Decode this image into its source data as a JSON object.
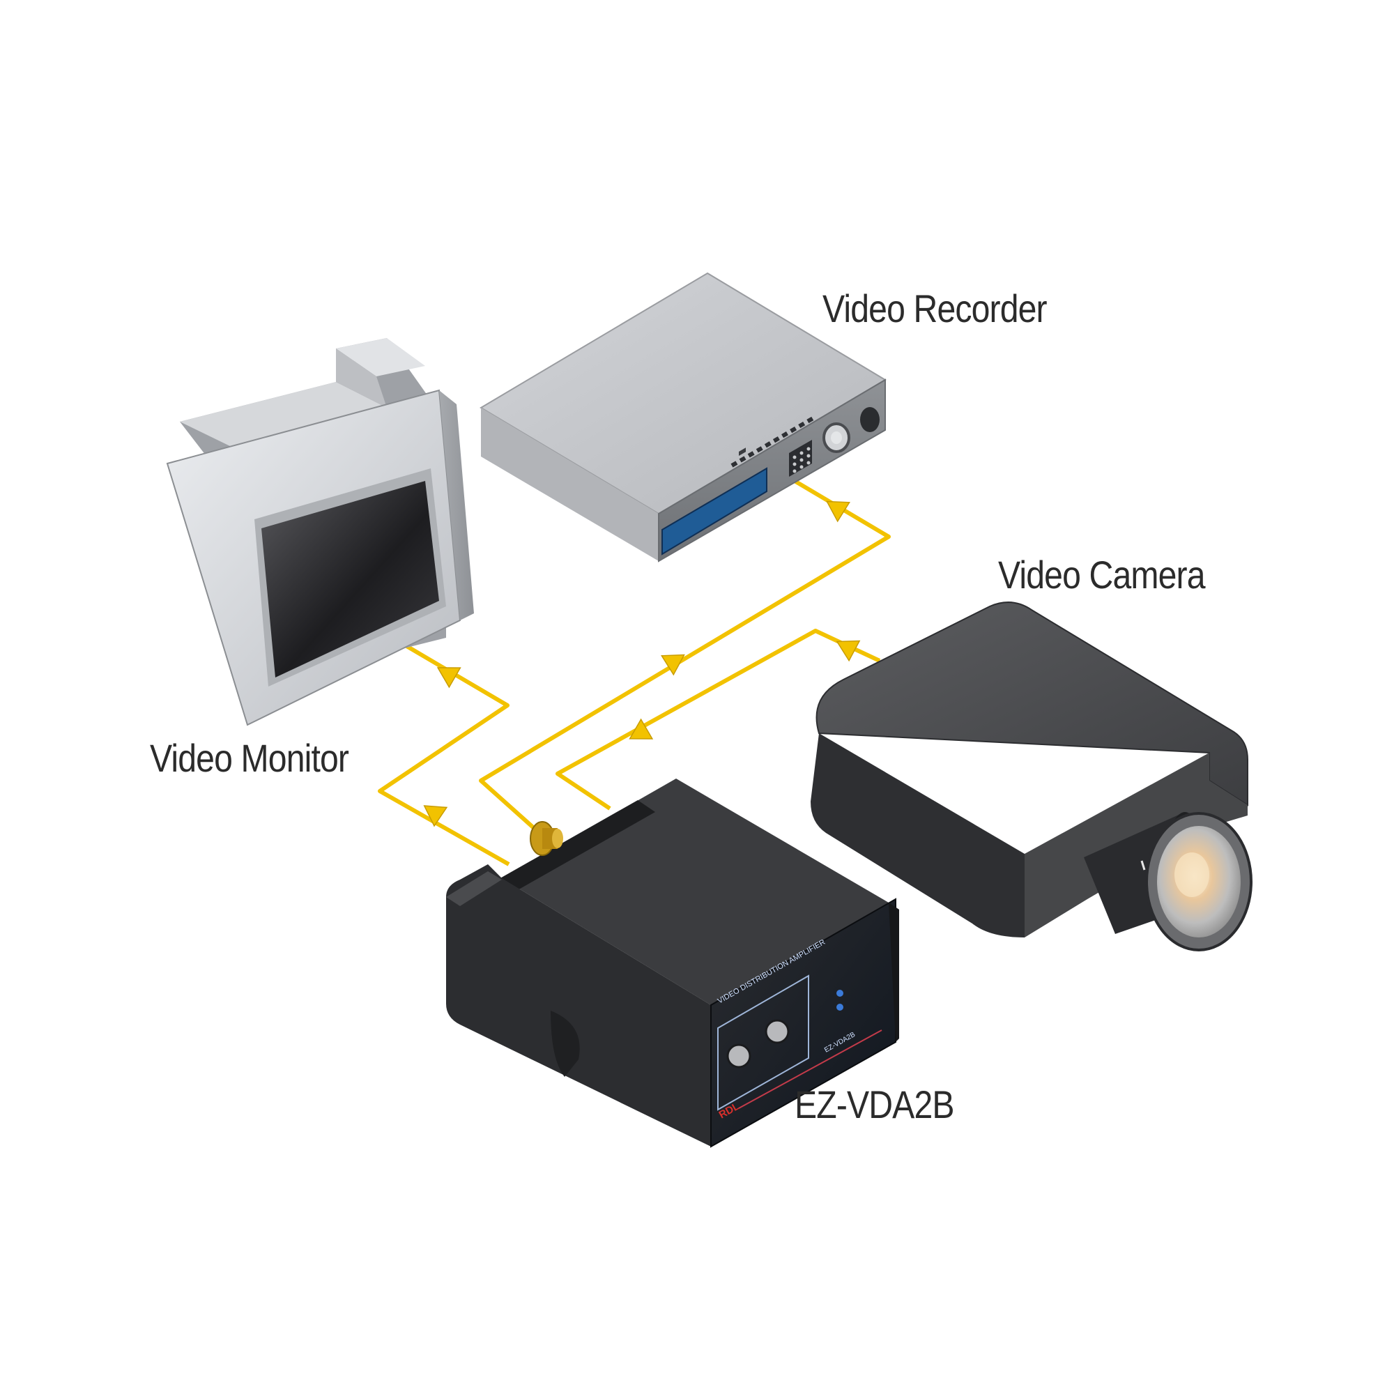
{
  "labels": {
    "video_recorder": "Video Recorder",
    "video_monitor": "Video Monitor",
    "video_camera": "Video Camera",
    "device": "EZ-VDA2B"
  },
  "device_panel": {
    "title": "VIDEO DISTRIBUTION AMPLIFIER",
    "model": "EZ-VDA2B",
    "brand": "RDL"
  },
  "colors": {
    "cable": "#f2c200",
    "background": "#ffffff",
    "device_body": "#3a3b3d",
    "camera_body": "#3c3c3e",
    "monitor_body": "#c9cbcf",
    "recorder_body": "#bfc1c5",
    "recorder_display": "#1f5c96",
    "label_text": "#2b2b2b"
  },
  "icons": {
    "arrows": "triangle-arrow-icon",
    "connector": "bnc-connector-icon"
  }
}
